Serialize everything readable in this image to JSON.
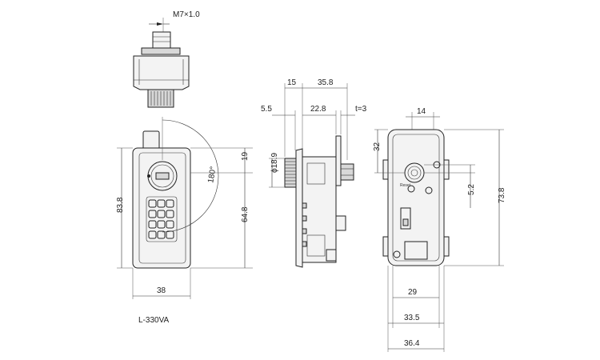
{
  "model_label": "L-330VA",
  "top_view": {
    "thread": "M7×1.0"
  },
  "front_view": {
    "height_total": "83.8",
    "height_lower": "64.8",
    "height_upper": "19",
    "width": "38",
    "angle": "180°"
  },
  "side_view": {
    "depth_a": "15",
    "depth_b": "35.8",
    "offset_a": "5.5",
    "offset_b": "22.8",
    "thickness": "t=3",
    "diameter": "ϕ18.9"
  },
  "rear_view": {
    "top_width": "14",
    "top_height": "32",
    "small_dim": "5.2",
    "height_total": "73.8",
    "width_inner": "29",
    "width_mid": "33.5",
    "width_outer": "36.4",
    "reset_label": "Reset"
  }
}
